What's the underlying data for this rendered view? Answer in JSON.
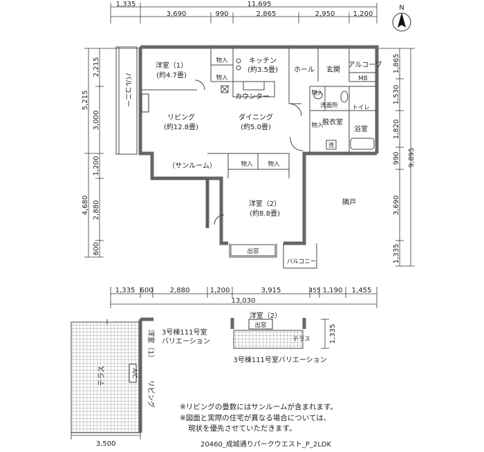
{
  "dimensions": {
    "top_total": "11,695",
    "top_segments": [
      "1,335",
      "3,690",
      "990",
      "2,865",
      "2,950",
      "1,200"
    ],
    "left_outer": [
      "2,215",
      "5,215",
      "3,000",
      "1,200",
      "4,680",
      "2,880",
      "600"
    ],
    "right_segments": [
      "1,865",
      "1,530",
      "1,820",
      "990",
      "3,690",
      "1,335"
    ],
    "right_total": "9,895",
    "bottom_segments": [
      "1,335",
      "600",
      "2,880",
      "1,200",
      "3,915",
      "455",
      "1,190",
      "1,455"
    ],
    "bottom_total": "13,030",
    "terrace_width": "3,500",
    "variation_b_dim": "1,335"
  },
  "rooms": {
    "western1": "洋室（1）",
    "western1_size": "(約4.7畳)",
    "closet": "物入",
    "kitchen": "キッチン",
    "kitchen_size": "(約3.5畳)",
    "hall": "ホール",
    "entrance": "玄関",
    "alcove": "アルコーブ",
    "mb": "MB",
    "counter": "カウンター",
    "balcony": "バルコニー",
    "living": "リビング",
    "living_size": "(約12.8畳)",
    "dining": "ダイニング",
    "dining_size": "(約5.0畳)",
    "washroom": "洗面所",
    "toilet": "トイレ",
    "dressing": "脱衣室",
    "bath": "浴室",
    "washer": "洗",
    "sunroom": "（サンルーム）",
    "western2": "洋室（2）",
    "western2_size": "(約8.8畳)",
    "neighbor": "隣戸",
    "bay_window": "出窓",
    "balcony_small": "バルコニー",
    "ac": "A/C",
    "terrace": "テラス",
    "western1_short": "洋室（1）",
    "living_short": "リビング"
  },
  "variations": {
    "a_label_line1": "3号棟111号室",
    "a_label_line2": "バリエーション",
    "b_caption": "3号棟111号室バリエーション",
    "b_room": "洋室（2）"
  },
  "notes": {
    "line1": "※リビングの畳数にはサンルームが含まれます。",
    "line2": "※図面と実際の住宅が異なる場合については、",
    "line3": "現状を優先させていただきます。"
  },
  "footer": "20460_成城通りパークウエスト_P_2LDK",
  "compass": "N"
}
